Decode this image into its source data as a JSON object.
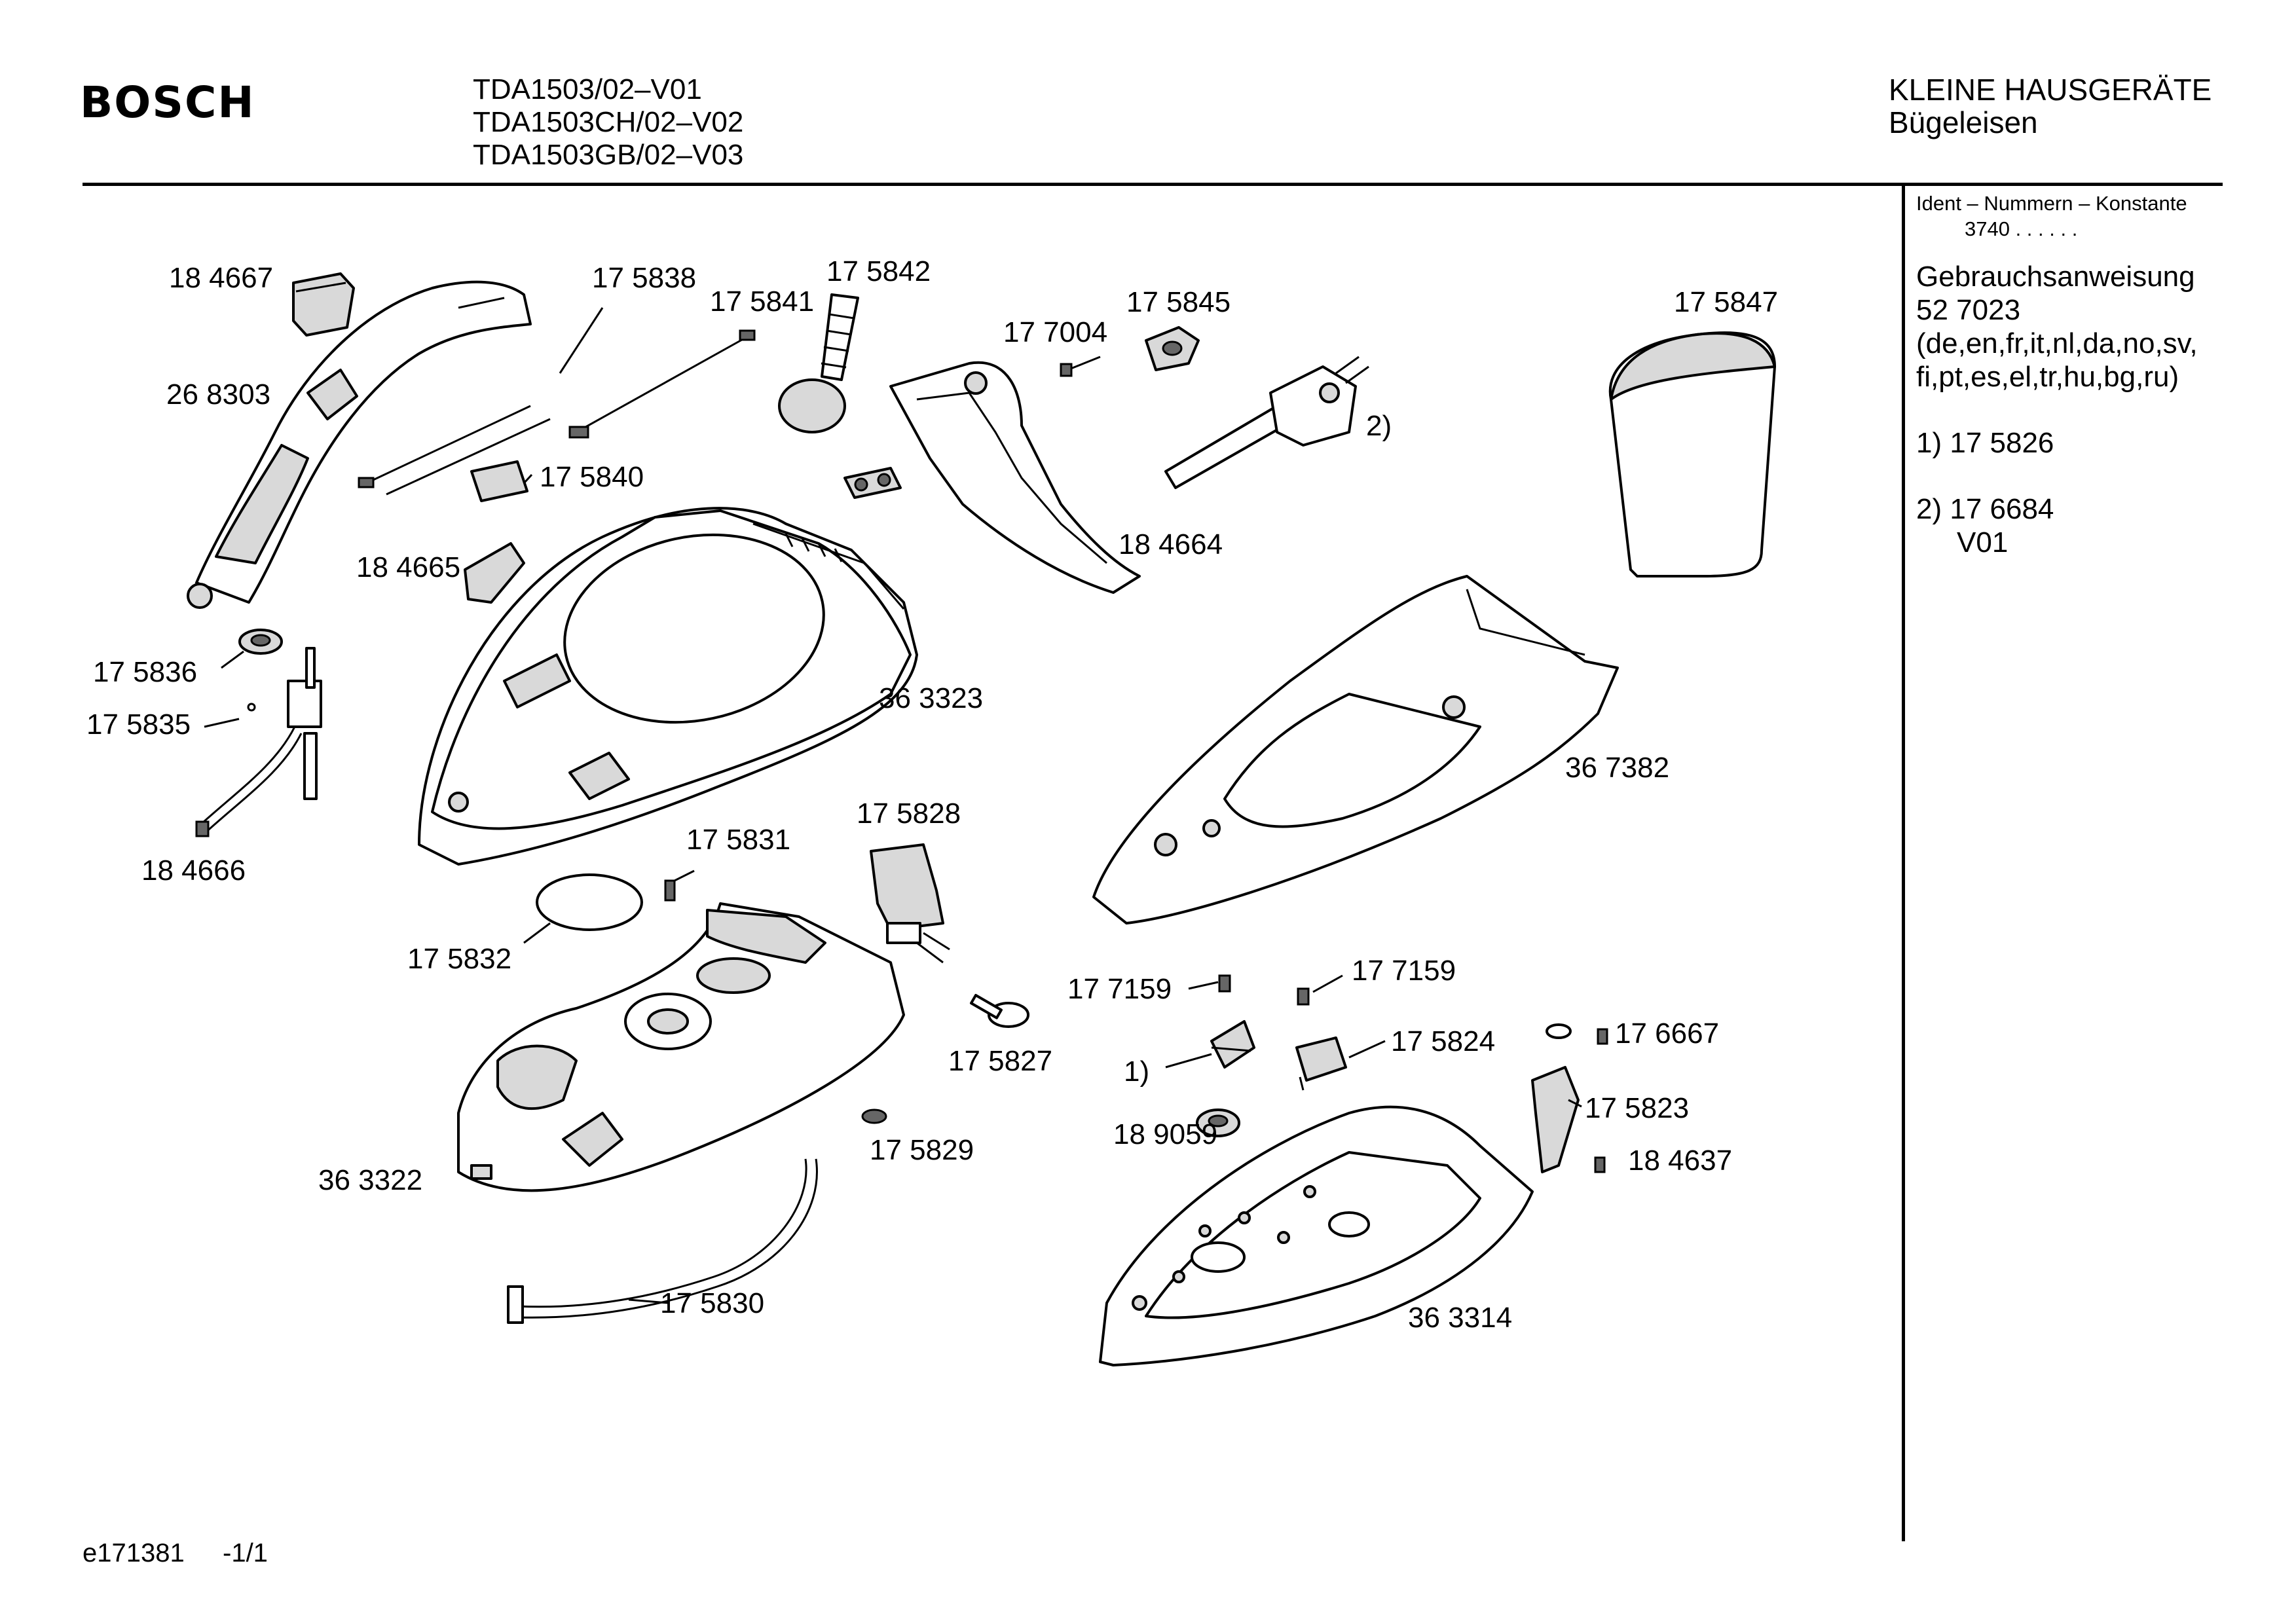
{
  "header": {
    "brand": "BOSCH",
    "models": [
      "TDA1503/02–V01",
      "TDA1503CH/02–V02",
      "TDA1503GB/02–V03"
    ],
    "category": "KLEINE HAUSGERÄTE",
    "subcategory": "Bügeleisen"
  },
  "sidebar": {
    "ident_title": "Ident – Nummern – Konstante",
    "ident_value": "3740 .  .  .  .  .  .",
    "manual_title": "Gebrauchsanweisung",
    "manual_number": "52 7023",
    "languages_1": "(de,en,fr,it,nl,da,no,sv,",
    "languages_2": "fi,pt,es,el,tr,hu,bg,ru)",
    "note1": "1)  17 5826",
    "note2": "2)  17 6684",
    "note2_sub": "V01"
  },
  "parts": {
    "p184667": "18 4667",
    "p175838": "17 5838",
    "p175841": "17 5841",
    "p175842": "17 5842",
    "p177004": "17 7004",
    "p175845": "17 5845",
    "p175847": "17 5847",
    "p268303": "26 8303",
    "p175840": "17 5840",
    "p2ref": "2)",
    "p184665": "18 4665",
    "p184664": "18 4664",
    "p175836": "17 5836",
    "p175835": "17 5835",
    "p363323": "36 3323",
    "p367382": "36 7382",
    "p175828": "17 5828",
    "p175831": "17 5831",
    "p184666": "18 4666",
    "p175832": "17 5832",
    "p177159a": "17 7159",
    "p177159b": "17 7159",
    "p176667": "17 6667",
    "p175824": "17 5824",
    "p175827": "17 5827",
    "p1ref": "1)",
    "p175823": "17 5823",
    "p189059": "18 9059",
    "p184637": "18 4637",
    "p363322": "36 3322",
    "p175829": "17 5829",
    "p175830": "17 5830",
    "p363314": "36 3314"
  },
  "footer": {
    "doc_id": "e171381",
    "page": "-1/1"
  }
}
